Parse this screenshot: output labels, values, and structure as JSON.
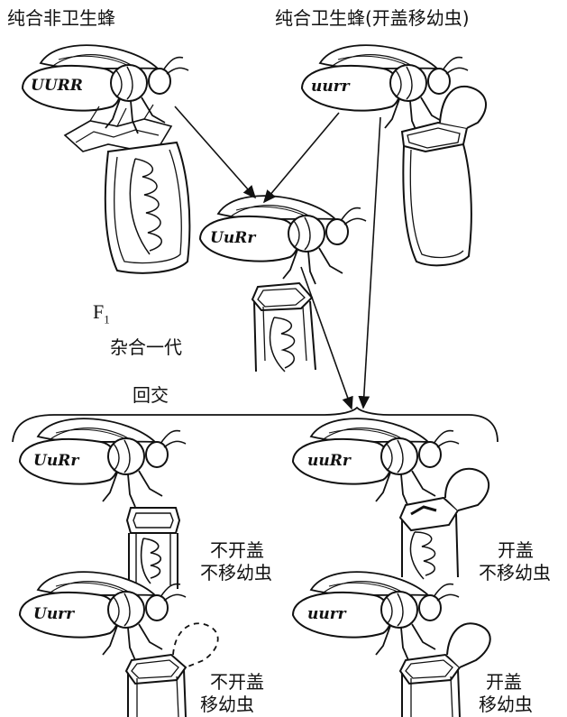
{
  "titles": {
    "left": "纯合非卫生蜂",
    "right": "纯合卫生蜂(开盖移幼虫)"
  },
  "genotypes": {
    "parent_left": "UURR",
    "parent_right": "uurr",
    "f1": "UuRr",
    "bc1": "UuRr",
    "bc2": "uuRr",
    "bc3": "Uurr",
    "bc4": "uurr"
  },
  "f1_label": {
    "main": "F",
    "sub": "1"
  },
  "f1_caption": "杂合一代",
  "backcross_label": "回交",
  "behaviors": {
    "bc1_line1": "不开盖",
    "bc1_line2": "不移幼虫",
    "bc2_line1": "开盖",
    "bc2_line2": "不移幼虫",
    "bc3_line1": "不开盖",
    "bc3_line2": "移幼虫",
    "bc4_line1": "开盖",
    "bc4_line2": "移幼虫"
  }
}
